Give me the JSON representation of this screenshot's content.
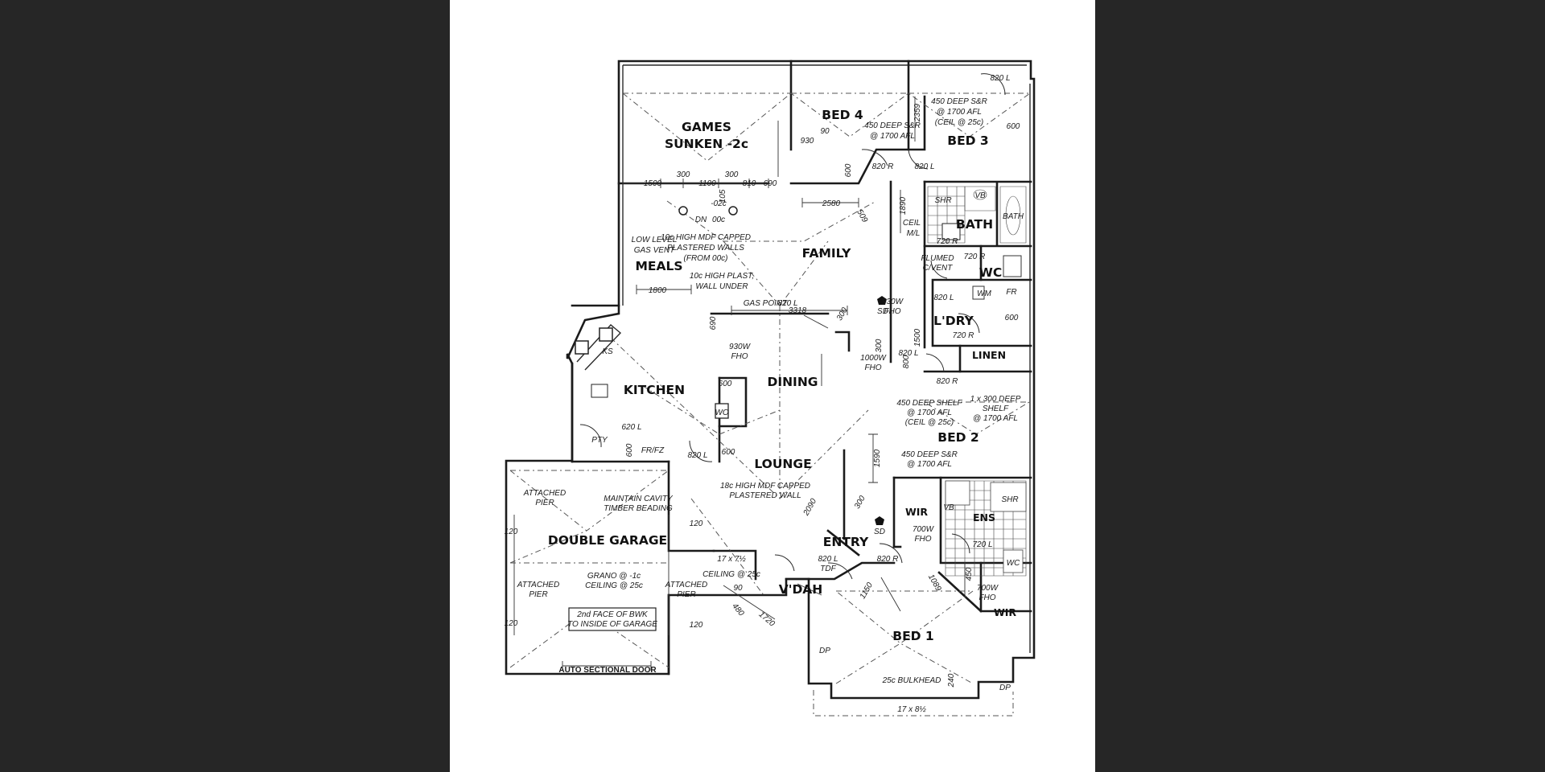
{
  "rooms": {
    "games": "GAMES",
    "games_sub": "SUNKEN -2c",
    "bed4": "BED 4",
    "bed3": "BED 3",
    "bed2": "BED 2",
    "bed1": "BED 1",
    "bath": "BATH",
    "wc": "WC",
    "laundry": "L'DRY",
    "linen": "LINEN",
    "family": "FAMILY",
    "meals": "MEALS",
    "kitchen": "KITCHEN",
    "dining": "DINING",
    "lounge": "LOUNGE",
    "entry": "ENTRY",
    "garage": "DOUBLE GARAGE",
    "vdah": "V'DAH",
    "ens": "ENS",
    "wir_a": "WIR",
    "wir_b": "WIR"
  },
  "notes": {
    "bed4_sr_1": "450 DEEP S&R",
    "bed4_sr_2": "@ 1700 AFL",
    "bed3_sr_1": "450 DEEP S&R",
    "bed3_sr_2": "@ 1700 AFL",
    "bed3_sr_3": "(CEIL @ 25c)",
    "mdf_1": "10c HIGH MDF CAPPED",
    "mdf_2": "PLASTERED WALLS",
    "mdf_3": "(FROM 00c)",
    "plast_1": "10c HIGH PLAST,",
    "plast_2": "WALL UNDER",
    "gasvent_1": "LOW LEVEL",
    "gasvent_2": "GAS VENT",
    "gaspoint": "GAS POINT",
    "dn": "DN",
    "oc": "00c",
    "minus2": "-02c",
    "fho930a_1": "930W",
    "fho930a_2": "FHO",
    "fho930b_1": "930W",
    "fho930b_2": "FHO",
    "fho1000_1": "1000W",
    "fho1000_2": "FHO",
    "flumed_1": "FLUMED",
    "flumed_2": "C/VENT",
    "shelf450_1": "450 DEEP SHELF",
    "shelf450_2": "@ 1700 AFL",
    "shelf450_3": "(CEIL @ 25c)",
    "shelf300_1": "1 x 300 DEEP",
    "shelf300_2": "SHELF",
    "shelf300_3": "@ 1700 AFL",
    "bed2_sr_1": "450 DEEP S&R",
    "bed2_sr_2": "@ 1700 AFL",
    "lounge_mdf_1": "18c HIGH MDF CAPPED",
    "lounge_mdf_2": "PLASTERED WALL",
    "pier_tl_1": "ATTACHED",
    "pier_tl_2": "PIER",
    "pier_bl_1": "ATTACHED",
    "pier_bl_2": "PIER",
    "pier_br_1": "ATTACHED",
    "pier_br_2": "PIER",
    "cavity_1": "MAINTAIN CAVITY",
    "cavity_2": "TIMBER BEADING",
    "grano_1": "GRANO @ -1c",
    "grano_2": "CEILING @ 25c",
    "bwk_1": "2nd FACE OF BWK",
    "bwk_2": "TO INSIDE OF GARAGE",
    "door": "AUTO SECTIONAL DOOR",
    "vdah_size": "17 x 7½",
    "vdah_ceil": "CEILING @ 25c",
    "bulkhead": "25c BULKHEAD",
    "bed1_size": "17 x 8½",
    "fho700a_1": "700W",
    "fho700a_2": "FHO",
    "fho700b_1": "700W",
    "fho700b_2": "FHO",
    "sd": "SD",
    "sd2": "SD",
    "ceil_1": "CEIL",
    "ceil_2": "M/L",
    "ks": "KS",
    "pty": "PTY",
    "frfz": "FR/FZ",
    "wo": "WO",
    "wm": "WM",
    "fr": "FR",
    "shr": "SHR",
    "shr2": "SHR",
    "vb": "VB",
    "vb2": "VB",
    "bath_tub": "BATH",
    "wc_small": "WC",
    "tdf_1": "820 L",
    "tdf_2": "TDF",
    "dp": "DP",
    "dp2": "DP"
  },
  "dims": {
    "d1500": "1500",
    "d300a": "300",
    "d1100": "1100",
    "d300b": "300",
    "d810": "810",
    "d690a": "690",
    "d930": "930",
    "d90a": "90",
    "d600a": "600",
    "d105": "105",
    "d2580": "2580",
    "d509": "509",
    "d1890": "1890",
    "d2359": "2359",
    "d600b": "600",
    "d1800": "1800",
    "d690b": "690",
    "d3318": "3318",
    "d300c": "300",
    "d300d": "300",
    "d600c": "600",
    "d600d": "600",
    "d600e": "600",
    "d800": "800",
    "d600f": "600",
    "d1500b": "1500",
    "d1590": "1590",
    "d2090": "2090",
    "d300e": "300",
    "d120a": "120",
    "d120b": "120",
    "d120c": "120",
    "d120d": "120",
    "d120e": "120",
    "d90b": "90",
    "d480": "480",
    "d1720": "1720",
    "d1150": "1150",
    "d1089": "1089",
    "d450": "450",
    "d240": "240",
    "d600g": "600"
  },
  "doors": {
    "dr820l_a": "820 L",
    "dr820r_a": "820 R",
    "dr820l_b": "820 L",
    "dr820l_c": "820 L",
    "dr720r_a": "720 R",
    "dr720r_b": "720 R",
    "dr820l_d": "820 L",
    "dr720r_c": "720 R",
    "dr820l_e": "820 L",
    "dr820r_b": "820 R",
    "dr620l": "620 L",
    "dr820l_f": "820 L",
    "dr820r_c": "820 R",
    "dr720l": "720 L"
  }
}
